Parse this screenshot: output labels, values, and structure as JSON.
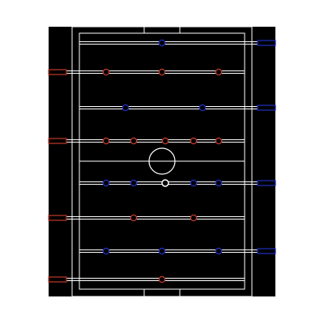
{
  "game": {
    "name": "foosball",
    "colors": {
      "page_background": "#ffffff",
      "table": "#000000",
      "lines": "#ffffff",
      "red_team": "#c0392b",
      "blue_team": "#1f2fbf",
      "ball": "#ffffff"
    },
    "rods": [
      {
        "team": "blue",
        "players": 1,
        "role": "goalkeeper"
      },
      {
        "team": "red",
        "players": 3,
        "role": "attack"
      },
      {
        "team": "blue",
        "players": 2,
        "role": "defense"
      },
      {
        "team": "red",
        "players": 5,
        "role": "midfield"
      },
      {
        "team": "blue",
        "players": 5,
        "role": "midfield"
      },
      {
        "team": "red",
        "players": 2,
        "role": "defense"
      },
      {
        "team": "blue",
        "players": 3,
        "role": "attack"
      },
      {
        "team": "red",
        "players": 1,
        "role": "goalkeeper"
      }
    ],
    "ball": {
      "visible": true
    }
  }
}
